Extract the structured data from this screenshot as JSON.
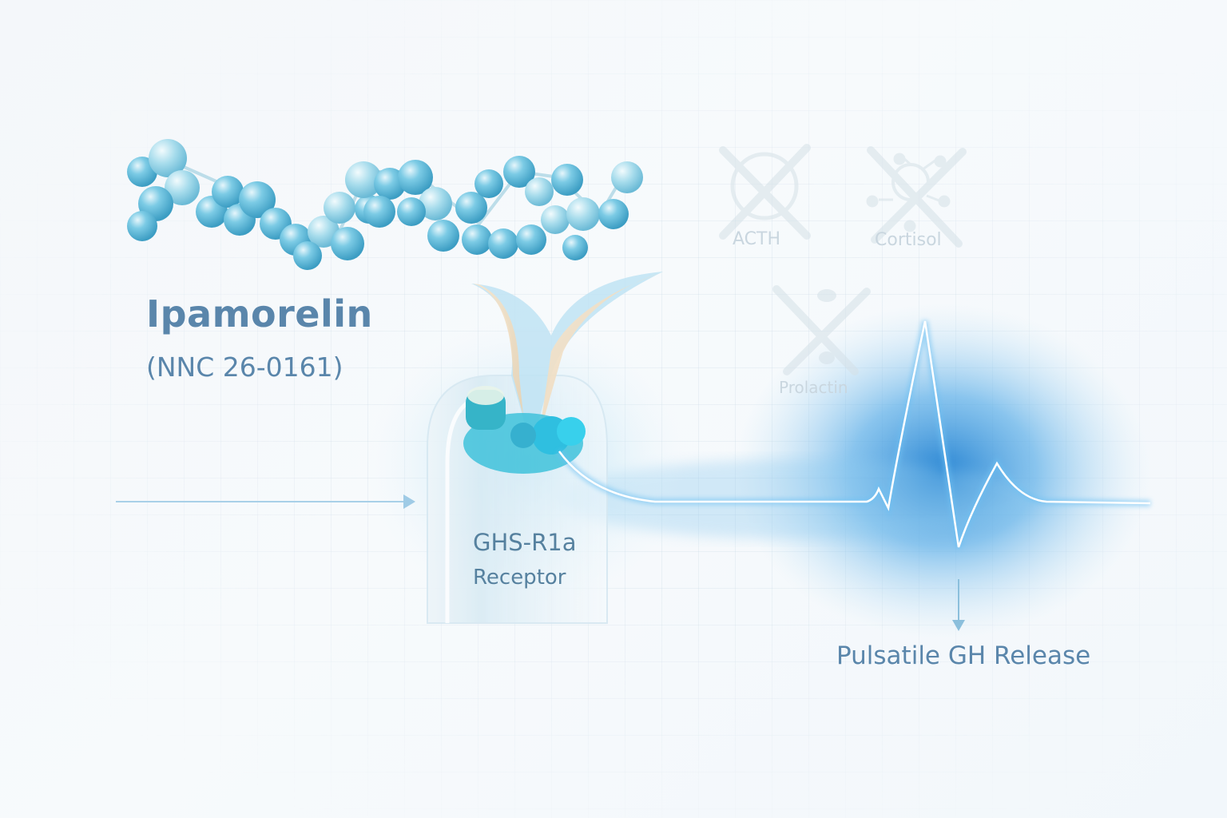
{
  "compound": {
    "name": "Ipamorelin",
    "code": "(NNC 26-0161)"
  },
  "receptor": {
    "name": "GHS-R1a",
    "sublabel": "Receptor"
  },
  "non_targets": [
    {
      "label": "ACTH",
      "icon": "acth-crossed-icon"
    },
    {
      "label": "Cortisol",
      "icon": "cortisol-crossed-icon"
    },
    {
      "label": "Prolactin",
      "icon": "prolactin-crossed-icon"
    }
  ],
  "output": {
    "label": "Pulsatile GH Release"
  },
  "colors": {
    "text": "#5a86ab",
    "molecule": "#5bb4d6",
    "pulse_glow": "#2a8ad8",
    "faded": "#c9d6df",
    "arrow": "#9fcbe6"
  }
}
